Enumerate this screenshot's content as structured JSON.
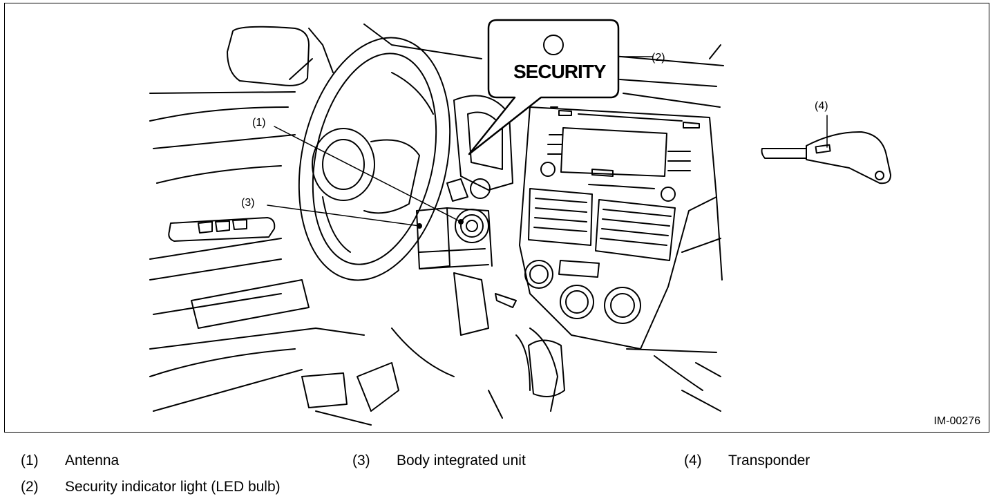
{
  "figure": {
    "id": "IM-00276",
    "security_label": "SECURITY",
    "callouts": {
      "c1": "(1)",
      "c2": "(2)",
      "c3": "(3)",
      "c4": "(4)"
    }
  },
  "legend": [
    {
      "num": "(1)",
      "label": "Antenna"
    },
    {
      "num": "(2)",
      "label": "Security indicator light (LED bulb)"
    },
    {
      "num": "(3)",
      "label": "Body integrated unit"
    },
    {
      "num": "(4)",
      "label": "Transponder"
    }
  ]
}
